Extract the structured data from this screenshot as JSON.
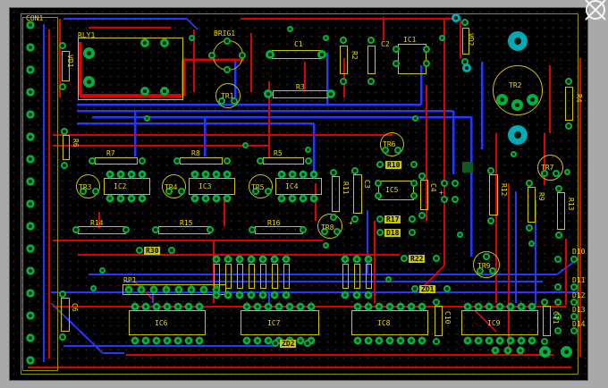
{
  "colors": {
    "frame": "#a9a9a9",
    "canvas_bg": "#000000",
    "silkscreen": "#cfc400",
    "top_trace": "#e10000",
    "bottom_trace": "#2438ff",
    "pad_green": "#00b140",
    "hole_teal": "#00aab4",
    "highlight_fill": "#ccc800"
  },
  "labels": {
    "con1": "CON1",
    "rly1": "RLY1",
    "vd1": "VD1",
    "brig1": "BRIG1",
    "tr1": "TR1",
    "c1": "C1",
    "r2": "R2",
    "c2": "C2",
    "ic1": "IC1",
    "vd2": "VD2",
    "tr2": "TR2",
    "r4": "R4",
    "r3": "R3",
    "tr6": "TR6",
    "r10": "R10",
    "tr7": "TR7",
    "r6": "R6",
    "r7": "R7",
    "r8": "R8",
    "r5": "R5",
    "tr3": "TR3",
    "ic2": "IC2",
    "tr4": "TR4",
    "ic3": "IC3",
    "tr5": "TR5",
    "ic4": "IC4",
    "r11": "R11",
    "c3": "C3",
    "ic5": "IC5",
    "c4": "C4",
    "r12": "R12",
    "r9": "R9",
    "r13": "R13",
    "r14": "R14",
    "r15": "R15",
    "r16": "R16",
    "tr8": "TR8",
    "r17": "R17",
    "d18": "D18",
    "r30": "R30",
    "r22": "R22",
    "tr9": "TR9",
    "zd1": "ZD1",
    "rp1": "RP1",
    "c6": "C6",
    "ic6": "IC6",
    "ic7": "IC7",
    "ic8": "IC8",
    "ic9": "IC9",
    "c10": "C10",
    "c11": "C11",
    "zd2": "ZD2",
    "d10": "D10",
    "d11": "D11",
    "d12": "D12",
    "d13": "D13",
    "d14": "D14",
    "plus": "+"
  }
}
